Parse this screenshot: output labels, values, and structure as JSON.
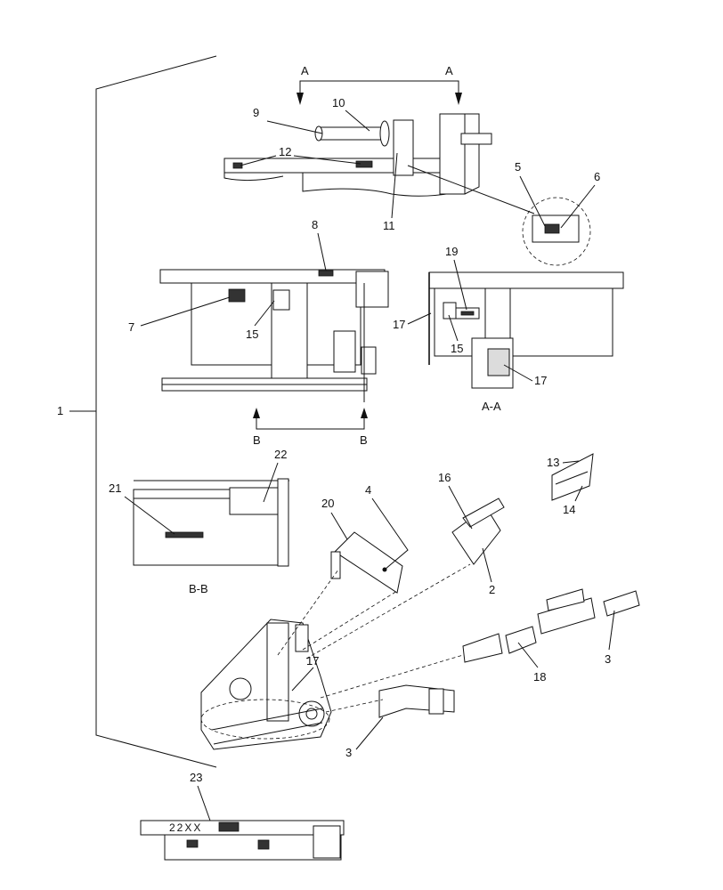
{
  "diagram": {
    "callouts": {
      "c1": "1",
      "c2": "2",
      "c3a": "3",
      "c3b": "3",
      "c4": "4",
      "c5": "5",
      "c6": "6",
      "c7": "7",
      "c8": "8",
      "c9": "9",
      "c10": "10",
      "c11": "11",
      "c12": "12",
      "c13": "13",
      "c14": "14",
      "c15a": "15",
      "c15b": "15",
      "c16": "16",
      "c17a": "17",
      "c17b": "17",
      "c17c": "17",
      "c18": "18",
      "c19": "19",
      "c20": "20",
      "c21": "21",
      "c22": "22",
      "c23": "23"
    },
    "section_markers": {
      "a_left": "A",
      "a_right": "A",
      "b_left": "B",
      "b_right": "B"
    },
    "view_labels": {
      "aa": "A-A",
      "bb": "B-B"
    },
    "decal_text": "22XX"
  }
}
